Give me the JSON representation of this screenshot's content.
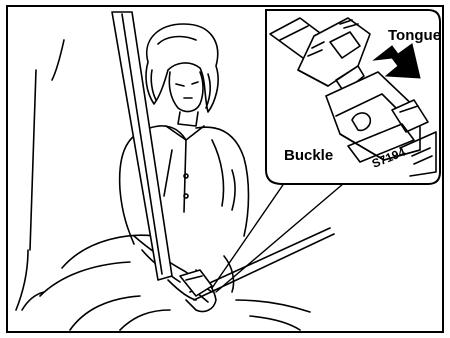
{
  "figure": {
    "callouts": {
      "tongue": "Tongue",
      "buckle": "Buckle"
    },
    "code": "S7194",
    "colors": {
      "ink": "#000000",
      "paper": "#ffffff"
    },
    "icons": {
      "direction": "insert-arrow-icon"
    }
  }
}
